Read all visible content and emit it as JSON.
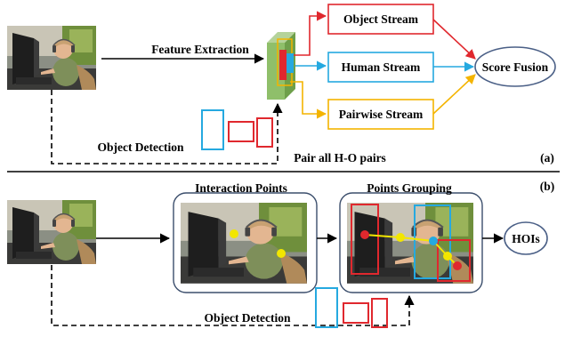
{
  "panel_a": {
    "feature_extraction": "Feature Extraction",
    "object_detection": "Object Detection",
    "pair_all": "Pair all H-O pairs",
    "object_stream": "Object Stream",
    "human_stream": "Human Stream",
    "pairwise_stream": "Pairwise Stream",
    "score_fusion": "Score Fusion",
    "tag": "(a)"
  },
  "panel_b": {
    "interaction_points": "Interaction Points",
    "points_grouping": "Points Grouping",
    "hois": "HOIs",
    "object_detection": "Object Detection",
    "tag": "(b)"
  },
  "colors": {
    "object": "#e0282e",
    "human": "#25a9e0",
    "pairwise": "#f4b400",
    "feature_block": "#8fbf6a",
    "ellipse_stroke": "#4a5f86",
    "panel_stroke": "#3b4e6c",
    "points": "#f2e600"
  }
}
